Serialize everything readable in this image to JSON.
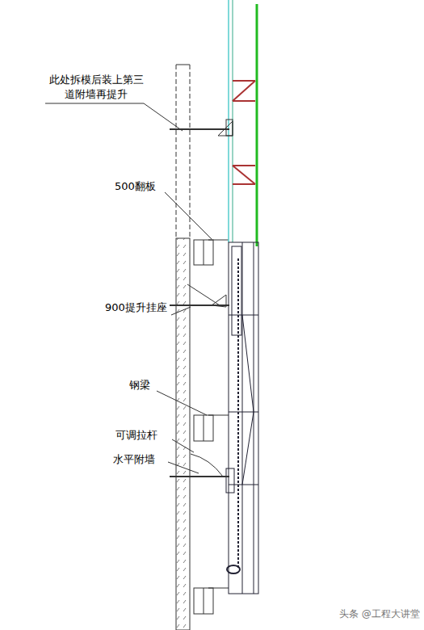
{
  "diagram": {
    "labels": [
      "此处拆模后装上第三道附墙再提升",
      "500翻板",
      "900提升挂座",
      "钢梁",
      "可调拉杆",
      "水平附墙",
      "头条 @工程大讲堂"
    ]
  }
}
